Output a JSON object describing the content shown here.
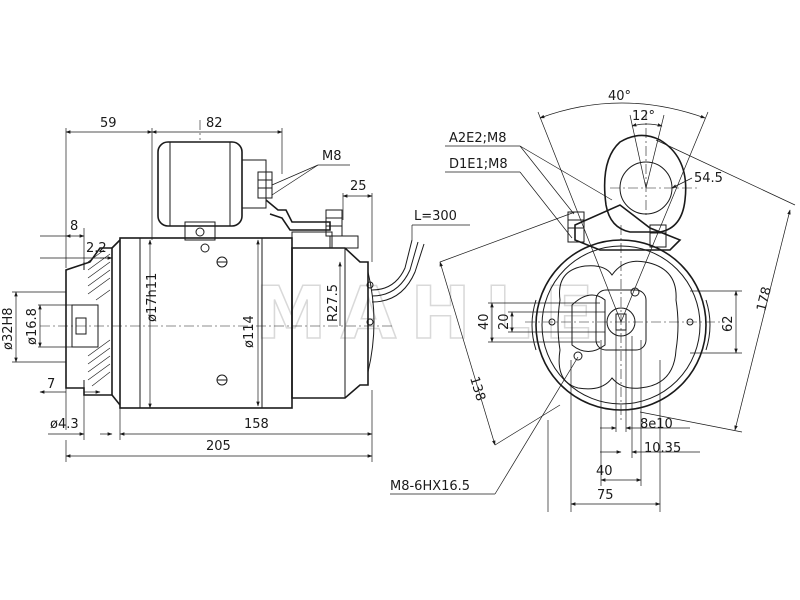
{
  "watermark": "MAHLE",
  "side_view": {
    "dims": {
      "d59": "59",
      "d82": "82",
      "m8_top": "M8",
      "d25": "25",
      "cable_length": "L=300",
      "d8": "8",
      "d2_2": "2.2",
      "shaft_dia": "ø17h11",
      "body_dia": "ø114",
      "radius": "R27.5",
      "pilot_dia": "ø32H8",
      "bore_dia": "ø16.8",
      "d7": "7",
      "hole_dia": "ø4.3",
      "body_len": "158",
      "total_len": "205"
    }
  },
  "end_view": {
    "dims": {
      "angle_40": "40°",
      "angle_12": "12°",
      "term_a2e2": "A2E2;M8",
      "term_d1e1": "D1E1;M8",
      "d54_5": "54.5",
      "d178": "178",
      "d40v": "40",
      "d20v": "20",
      "d62": "62",
      "d138": "138",
      "shaft_key": "8e10",
      "d10_35": "10.35",
      "d40h": "40",
      "d75": "75",
      "thread": "M8-6HX16.5"
    }
  }
}
